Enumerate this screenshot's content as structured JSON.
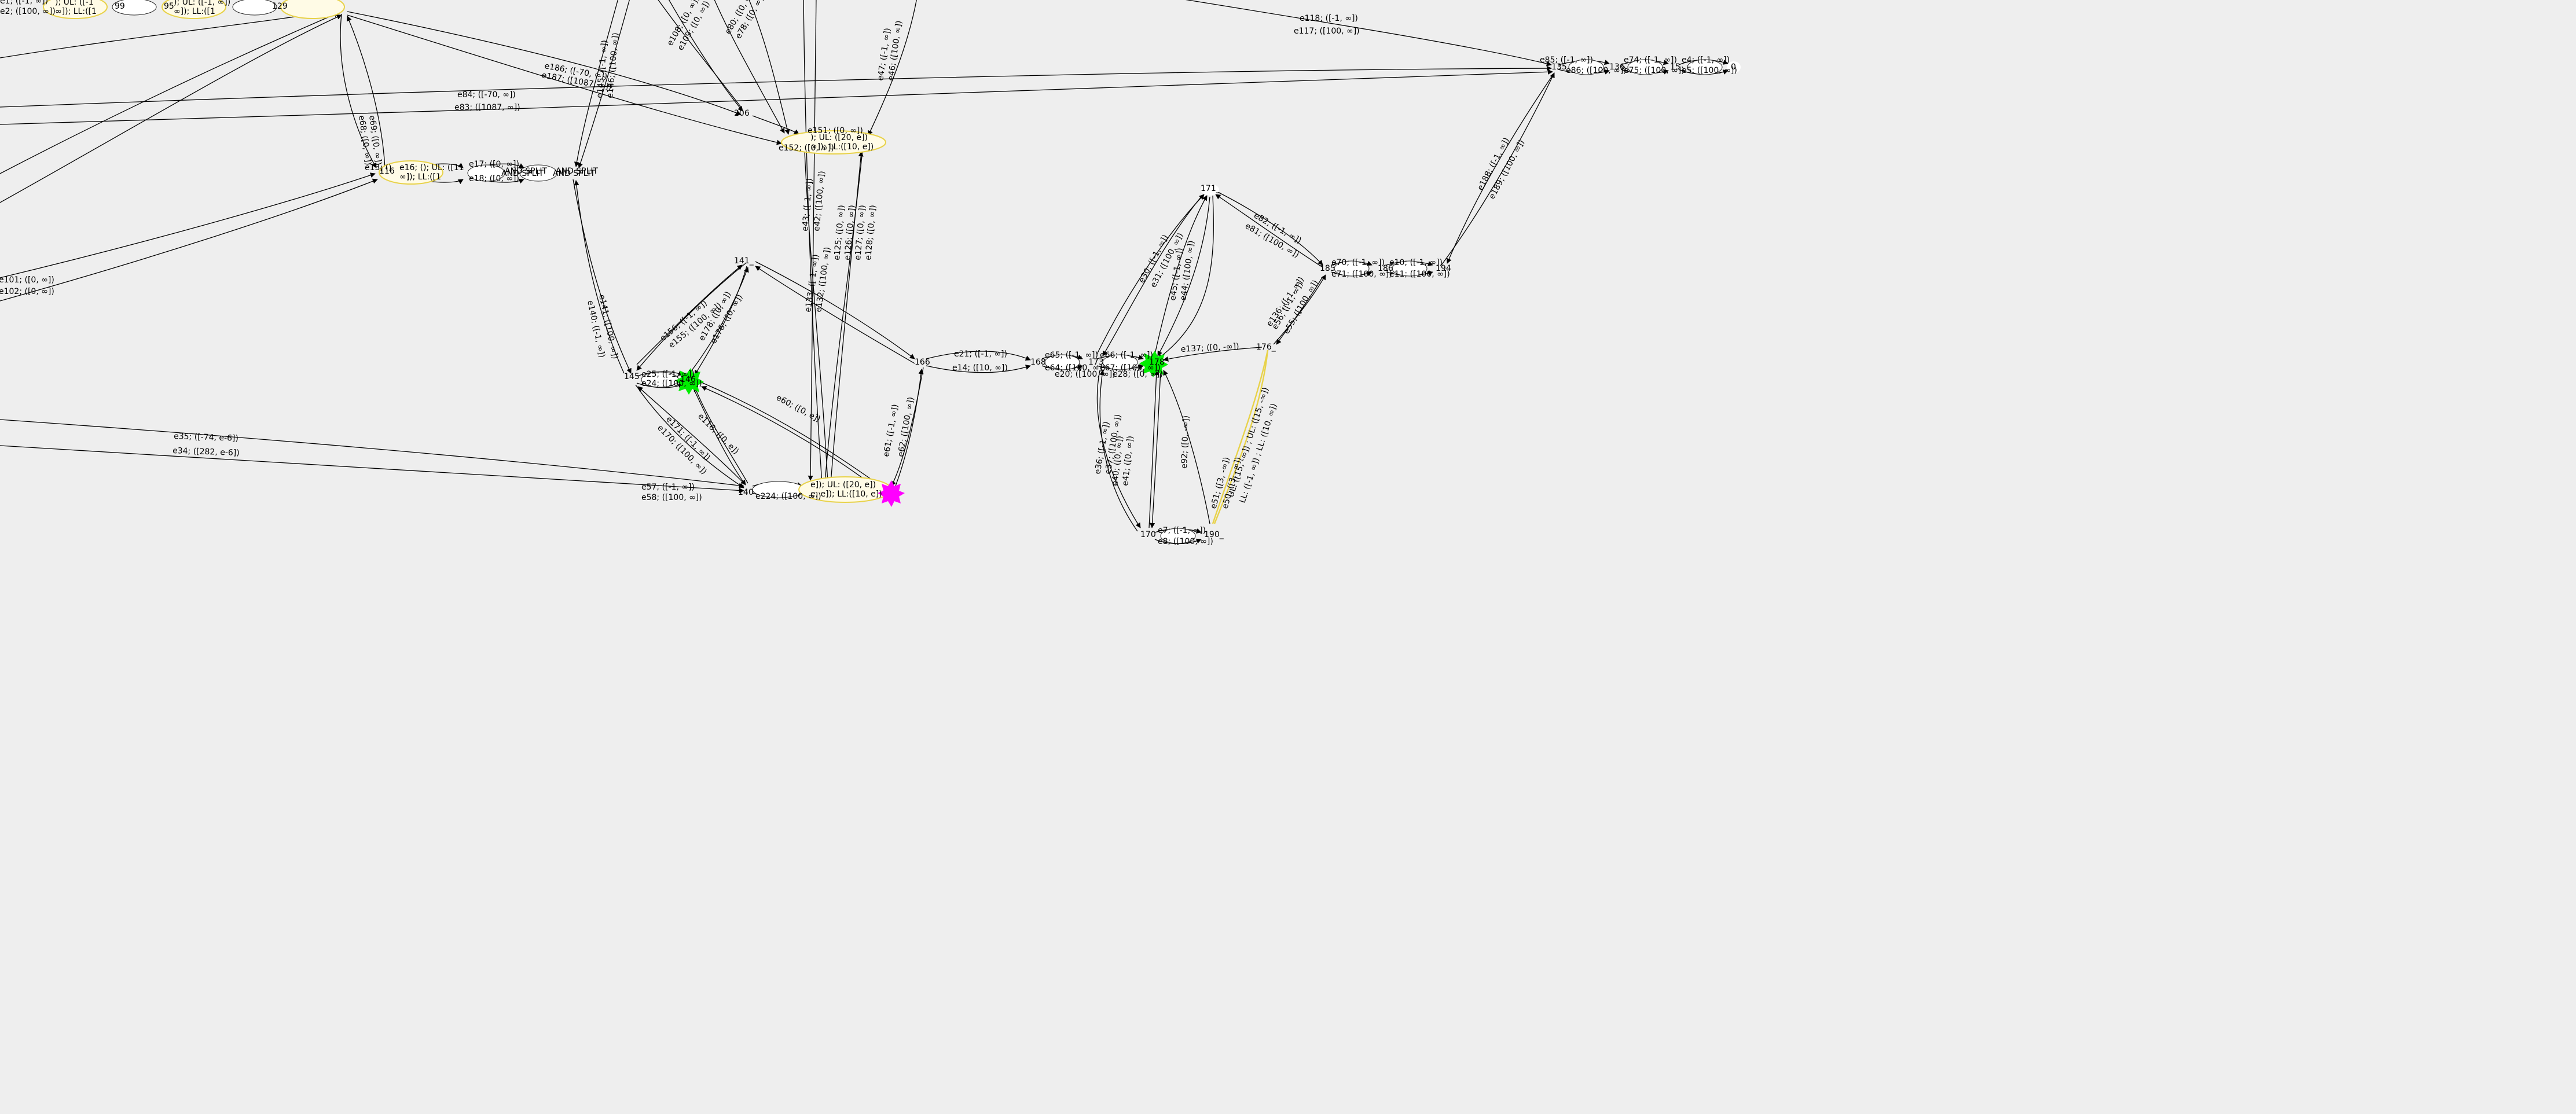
{
  "graph": {
    "nodes": [
      {
        "id": "n135",
        "label": "135"
      },
      {
        "id": "n136",
        "label": "136"
      },
      {
        "id": "n15",
        "label": "15"
      },
      {
        "id": "n0",
        "label": "0"
      },
      {
        "id": "n141",
        "label": "141_"
      },
      {
        "id": "n145",
        "label": "145"
      },
      {
        "id": "n146",
        "label": "146"
      },
      {
        "id": "n140",
        "label": "140"
      },
      {
        "id": "n166",
        "label": "166"
      },
      {
        "id": "n168",
        "label": "168"
      },
      {
        "id": "n170",
        "label": "170"
      },
      {
        "id": "n173",
        "label": "173"
      },
      {
        "id": "n171",
        "label": "171_"
      },
      {
        "id": "n185",
        "label": "185"
      },
      {
        "id": "n186",
        "label": "186"
      },
      {
        "id": "n194",
        "label": "194"
      },
      {
        "id": "n176",
        "label": "176_"
      },
      {
        "id": "n178",
        "label": "178"
      },
      {
        "id": "n190",
        "label": "190_"
      },
      {
        "id": "n206",
        "label": "206"
      },
      {
        "id": "n116",
        "label": "116"
      },
      {
        "id": "n99",
        "label": "99"
      },
      {
        "id": "nsplit",
        "label": "AND SPLIT"
      },
      {
        "id": "nsplit2",
        "label": "AND SPLIT"
      },
      {
        "id": "n95",
        "label": "95"
      },
      {
        "id": "n129",
        "label": "129"
      }
    ],
    "edge_labels": [
      {
        "id": "e118",
        "text": "e118; ([-1, ∞])"
      },
      {
        "id": "e117",
        "text": "e117; ([100, ∞])"
      },
      {
        "id": "e84",
        "text": "e84; ([-70, ∞])"
      },
      {
        "id": "e83",
        "text": "e83; ([1087, ∞])"
      },
      {
        "id": "e186",
        "text": "e186; ([-70, ∞])"
      },
      {
        "id": "e187",
        "text": "e187; ([1087, ∞])"
      },
      {
        "id": "e35",
        "text": "e35; ([-74, e-6])"
      },
      {
        "id": "e34",
        "text": "e34; ([282, e-6])"
      },
      {
        "id": "e21",
        "text": "e21; ([-1, ∞])"
      },
      {
        "id": "e14",
        "text": "e14; ([10, ∞])"
      },
      {
        "id": "e13",
        "text": "e13; ()"
      },
      {
        "id": "e137",
        "text": "e137; ([0, -∞])"
      },
      {
        "id": "e136",
        "text": "e136; ([-1, ∞])"
      },
      {
        "id": "e82",
        "text": "e82; ([-1, ∞])"
      },
      {
        "id": "e81",
        "text": "e81; ([100, ∞])"
      },
      {
        "id": "e188",
        "text": "e188; ([-1, ∞])"
      },
      {
        "id": "e189",
        "text": "e189; ([100, ∞])"
      },
      {
        "id": "e60",
        "text": "e60; ([0, e])"
      },
      {
        "id": "e116",
        "text": "e116; ([0, e])"
      },
      {
        "id": "e61",
        "text": "e61; ([-1, ∞])"
      },
      {
        "id": "e62",
        "text": "e62; ([100, ∞])"
      },
      {
        "id": "e43",
        "text": "e43; ([-1, ∞])"
      },
      {
        "id": "e42",
        "text": "e42; ([100, ∞])"
      },
      {
        "id": "e51",
        "text": "e51; ([3, -∞])"
      },
      {
        "id": "e50",
        "text": "e50; ([3, -∞])"
      },
      {
        "id": "e56",
        "text": "e56; ([-1, ∞])"
      },
      {
        "id": "e55",
        "text": "e55; ([100, ∞])"
      },
      {
        "id": "e92",
        "text": "e92; ([0, -∞])"
      },
      {
        "id": "e156",
        "text": "e156; ([-1, ∞])"
      },
      {
        "id": "e155",
        "text": "e155; ([100, ∞])"
      },
      {
        "id": "e178",
        "text": "e178; ([0, ∞])"
      },
      {
        "id": "e176",
        "text": "e176; ([0, ∞])"
      },
      {
        "id": "e171",
        "text": "e171; ([-1, ∞])"
      },
      {
        "id": "e170",
        "text": "e170; ([100, ∞])"
      },
      {
        "id": "e25",
        "text": "e25; ([-1, ∞])"
      },
      {
        "id": "e24",
        "text": "e24; ([100, ∞])"
      },
      {
        "id": "e224",
        "text": "e224; ([100, ∞])"
      },
      {
        "id": "e65",
        "text": "e65; ([-1, ∞])"
      },
      {
        "id": "e64",
        "text": "e64; ([100, ∞])"
      },
      {
        "id": "e66",
        "text": "e66; ([-1, ∞])"
      },
      {
        "id": "e67",
        "text": "e67; ([100, ∞])"
      },
      {
        "id": "e30",
        "text": "e30; ([-1, ∞])"
      },
      {
        "id": "e31",
        "text": "e31; ([100, ∞])"
      },
      {
        "id": "e45",
        "text": "e45; ([-1, ∞])"
      },
      {
        "id": "e44",
        "text": "e44; ([100, ∞])"
      },
      {
        "id": "e133",
        "text": "e133; ([-1, ∞])"
      },
      {
        "id": "e132",
        "text": "e132; ([100, ∞])"
      },
      {
        "id": "e47",
        "text": "e47; ([-1, ∞])"
      },
      {
        "id": "e46",
        "text": "e46; ([100, ∞])"
      },
      {
        "id": "e140",
        "text": "e140; ([-1, ∞])"
      },
      {
        "id": "e141",
        "text": "e141; ([100, ∞])"
      },
      {
        "id": "e145",
        "text": "e145; ([-1, ∞])"
      },
      {
        "id": "e146",
        "text": "e146; ([100, ∞])"
      },
      {
        "id": "e85",
        "text": "e85; ([-1, ∞])"
      },
      {
        "id": "e86",
        "text": "e86; ([100, ∞])"
      },
      {
        "id": "e74",
        "text": "e74; ([-1, ∞])"
      },
      {
        "id": "e75",
        "text": "e75; ([100, ∞])"
      },
      {
        "id": "e4",
        "text": "e4; ([-1, ∞])"
      },
      {
        "id": "e5",
        "text": "e5; ([100, ∞])"
      },
      {
        "id": "e70",
        "text": "e70; ([-1, ∞])"
      },
      {
        "id": "e71",
        "text": "e71; ([100, ∞])"
      },
      {
        "id": "e10",
        "text": "e10; ([-1, ∞])"
      },
      {
        "id": "e11",
        "text": "e11; ([100, ∞])"
      },
      {
        "id": "e7",
        "text": "e7; ([-1, ∞])"
      },
      {
        "id": "e8",
        "text": "e8; ([100, ∞])"
      },
      {
        "id": "e36",
        "text": "e36; ([-1, ∞])"
      },
      {
        "id": "e37",
        "text": "e37; ([100, ∞])"
      },
      {
        "id": "e108",
        "text": "e108; ([0, ∞])"
      },
      {
        "id": "e109",
        "text": "e109; ([0, ∞])"
      },
      {
        "id": "e80",
        "text": "e80; ([0, ∞])"
      },
      {
        "id": "e78",
        "text": "e78; ([0, ∞])"
      },
      {
        "id": "e57",
        "text": "e57; ([-1, ∞])"
      },
      {
        "id": "e58",
        "text": "e58; ([100, ∞])"
      },
      {
        "id": "e20",
        "text": "e20; ([100, ∞])"
      },
      {
        "id": "e28",
        "text": "e28; ([0, ∞])"
      },
      {
        "id": "e40",
        "text": "e40; ([0, ∞])"
      },
      {
        "id": "e41",
        "text": "e41; ([0, ∞])"
      },
      {
        "id": "e125",
        "text": "e125; ([0, ∞])"
      },
      {
        "id": "e126",
        "text": "e126; ([0, ∞])"
      },
      {
        "id": "e127",
        "text": "e127; ([0, ∞])"
      },
      {
        "id": "e128",
        "text": "e128; ([0, ∞])"
      },
      {
        "id": "e68",
        "text": "e68; ([0, ∞])"
      },
      {
        "id": "e69",
        "text": "e69; ([0, ∞])"
      },
      {
        "id": "e101",
        "text": "e101; ([0, ∞])"
      },
      {
        "id": "e102",
        "text": "e102; ([0, ∞])"
      },
      {
        "id": "e151",
        "text": "e151; ([0, ∞])"
      },
      {
        "id": "e152",
        "text": "e152; ([0, ∞])"
      },
      {
        "id": "e17",
        "text": "e17; ([0, ∞])"
      },
      {
        "id": "e18",
        "text": "e18; ([0, ∞])"
      }
    ],
    "node_texts": [
      {
        "id": "t1",
        "text": "); UL: ([-1"
      },
      {
        "id": "t2",
        "text": "∞]); LL:([1"
      },
      {
        "id": "t3",
        "text": "e1; ([-1, ∞])"
      },
      {
        "id": "t4",
        "text": "e2; ([100, ∞])"
      },
      {
        "id": "t5",
        "text": "); UL: ([-1, ∞])"
      },
      {
        "id": "t6",
        "text": "∞]); LL:([1"
      },
      {
        "id": "t7",
        "text": "e16; (); UL: ([11"
      },
      {
        "id": "t8",
        "text": "∞]); LL:([1"
      },
      {
        "id": "t9",
        "text": "AND SPLIT"
      },
      {
        "id": "t10",
        "text": "AND SPLIT"
      },
      {
        "id": "t11",
        "text": "); UL: ([20, e])"
      },
      {
        "id": "t12",
        "text": "∞]); LL:([10, e])"
      },
      {
        "id": "t13",
        "text": "e]); UL: ([20, e])"
      },
      {
        "id": "t14",
        "text": "e, e]); LL:([10, e])"
      },
      {
        "id": "t15",
        "text": "UL: ([15, -∞]) ; UL: ([15, -∞])"
      },
      {
        "id": "t16",
        "text": "LL: ([-1, ∞]) ; LL: ([10, ∞])"
      }
    ]
  }
}
